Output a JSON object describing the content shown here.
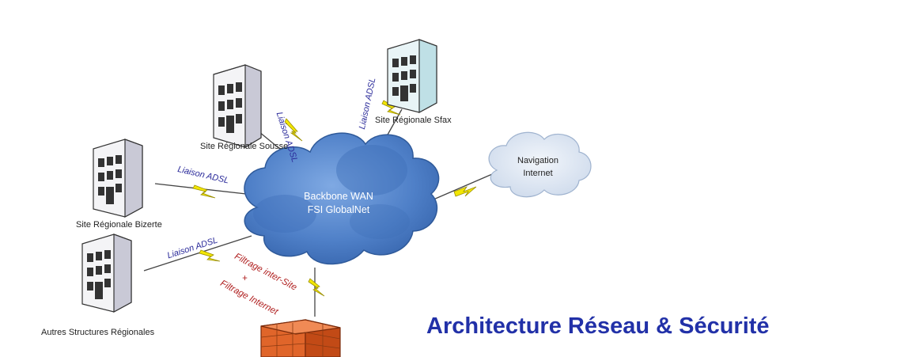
{
  "sites": {
    "sousse": "Site Régionale Sousse",
    "sfax": "Site Régionale Sfax",
    "bizerte": "Site Régionale Bizerte",
    "autres": "Autres Structures Régionales"
  },
  "links": {
    "sousse": "Liaison ADSL",
    "sfax": "Liaison ADSL",
    "bizerte": "Liaison ADSL",
    "autres": "Liaison ADSL"
  },
  "cloud": {
    "line1": "Backbone WAN",
    "line2": "FSI GlobalNet"
  },
  "internet": {
    "line1": "Navigation",
    "line2": "Internet"
  },
  "filter": {
    "inter_site": "Filtrage inter-Site",
    "plus": "+",
    "internet": "Filtrage Internet"
  },
  "title": "Architecture Réseau & Sécurité",
  "colors": {
    "cloud": "#5b8fd6",
    "cloud_dark": "#3f6fb8",
    "internet_cloud": "#d9e3f1",
    "title": "#2231a8",
    "link_label": "#2a2a9a",
    "filter_label": "#b02020",
    "lightning": "#f2e600",
    "firewall": "#e0652a"
  }
}
